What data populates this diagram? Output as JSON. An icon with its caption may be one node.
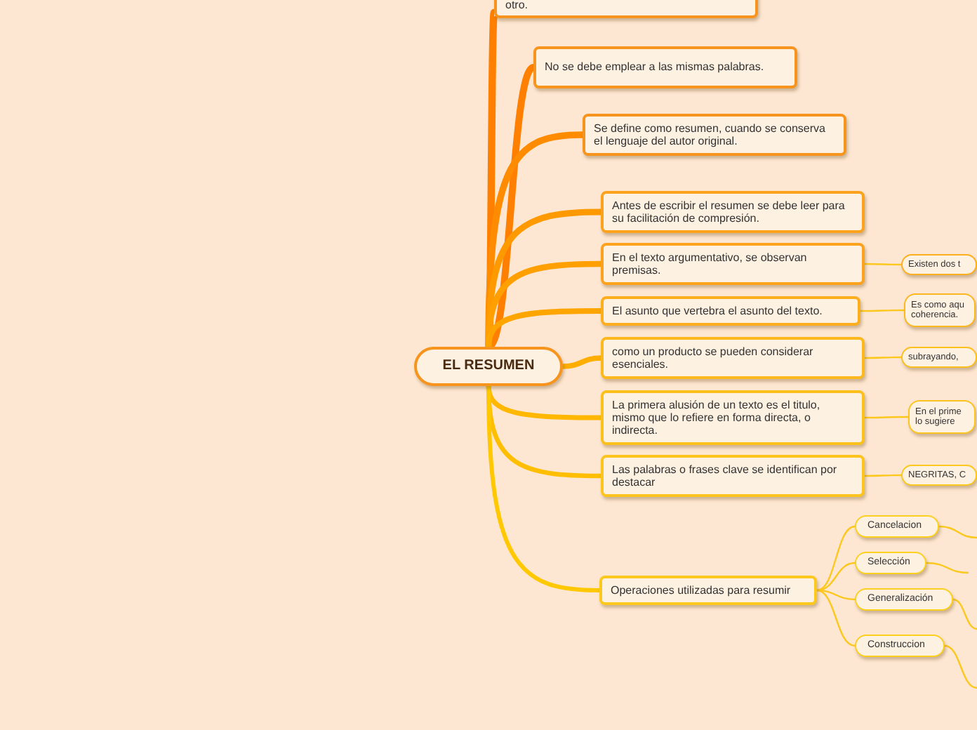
{
  "diagram": {
    "nodes": [
      {
        "text": [
          "EL RESUMEN"
        ]
      },
      {
        "text": [
          "otro."
        ]
      },
      {
        "text": [
          "No se debe emplear a las mismas palabras."
        ]
      },
      {
        "text": [
          "Se define como resumen, cuando se conserva el lenguaje del autor original."
        ]
      },
      {
        "text": [
          "Antes de escribir el resumen se debe leer para su facilitación de compresión."
        ]
      },
      {
        "text": [
          "En el texto argumentativo, se observan premisas."
        ]
      },
      {
        "text": [
          "El asunto que vertebra el asunto del texto."
        ]
      },
      {
        "text": [
          "como un producto se pueden considerar esenciales."
        ]
      },
      {
        "text": [
          "La primera alusión de un texto es el titulo, mismo que lo refiere en forma directa, o indirecta."
        ]
      },
      {
        "text": [
          "Las palabras o frases clave se identifican por destacar"
        ]
      },
      {
        "text": [
          "Operaciones utilizadas para resumir"
        ]
      },
      {
        "text": [
          "Existen dos t"
        ]
      },
      {
        "text": [
          "Es como aqu coherencia."
        ]
      },
      {
        "text": [
          "subrayando,"
        ]
      },
      {
        "text": [
          "En el prime lo sugiere"
        ]
      },
      {
        "text": [
          "NEGRITAS, C"
        ]
      },
      {
        "text": [
          "Cancelacion"
        ]
      },
      {
        "text": [
          "Selección"
        ]
      },
      {
        "text": [
          "Generalización"
        ]
      },
      {
        "text": [
          "Construccion"
        ]
      }
    ],
    "edges": [
      {
        "from": 0,
        "to": 1,
        "arrow": "none",
        "style": "thick",
        "color": "#ff7f00"
      },
      {
        "from": 0,
        "to": 2,
        "arrow": "none",
        "style": "thick",
        "color": "#ff7f00"
      },
      {
        "from": 0,
        "to": 3,
        "arrow": "none",
        "style": "thick",
        "color": "#ff8c00"
      },
      {
        "from": 0,
        "to": 4,
        "arrow": "none",
        "style": "thick",
        "color": "#ff9900"
      },
      {
        "from": 0,
        "to": 5,
        "arrow": "none",
        "style": "thick",
        "color": "#ff9f00"
      },
      {
        "from": 0,
        "to": 6,
        "arrow": "none",
        "style": "thick",
        "color": "#ffa500"
      },
      {
        "from": 0,
        "to": 7,
        "arrow": "none",
        "style": "thick",
        "color": "#ffae00"
      },
      {
        "from": 0,
        "to": 8,
        "arrow": "none",
        "style": "thick",
        "color": "#ffb700"
      },
      {
        "from": 0,
        "to": 9,
        "arrow": "none",
        "style": "thick",
        "color": "#ffbf00"
      },
      {
        "from": 0,
        "to": 10,
        "arrow": "none",
        "style": "thick",
        "color": "#ffc800"
      },
      {
        "from": 5,
        "to": 11,
        "arrow": "none"
      },
      {
        "from": 6,
        "to": 12,
        "arrow": "none"
      },
      {
        "from": 7,
        "to": 13,
        "arrow": "none"
      },
      {
        "from": 8,
        "to": 14,
        "arrow": "none"
      },
      {
        "from": 9,
        "to": 15,
        "arrow": "none"
      },
      {
        "from": 10,
        "to": 16,
        "arrow": "none"
      },
      {
        "from": 10,
        "to": 17,
        "arrow": "none"
      },
      {
        "from": 10,
        "to": 18,
        "arrow": "none"
      },
      {
        "from": 10,
        "to": 19,
        "arrow": "none"
      },
      {
        "from": 16,
        "to": null,
        "arrow": "none"
      },
      {
        "from": 17,
        "to": null,
        "arrow": "none"
      },
      {
        "from": 18,
        "to": null,
        "arrow": "none"
      },
      {
        "from": 19,
        "to": null,
        "arrow": "none"
      }
    ]
  }
}
